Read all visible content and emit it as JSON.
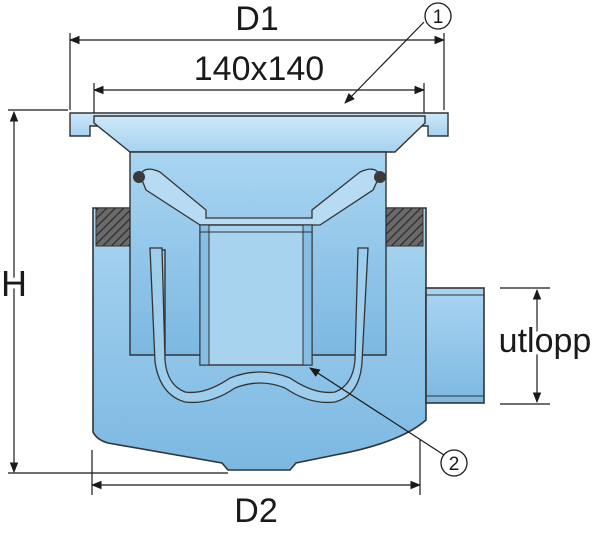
{
  "labels": {
    "d1": "D1",
    "grate_size": "140x140",
    "h": "H",
    "outlet": "utlopp",
    "d2": "D2",
    "callout_1": "1",
    "callout_2": "2"
  },
  "colors": {
    "body_fill": "#8cc4e8",
    "body_light": "#b9ddf3",
    "outline": "#333333",
    "seal": "#4a4a4a",
    "dimension": "#1a1a1a"
  }
}
